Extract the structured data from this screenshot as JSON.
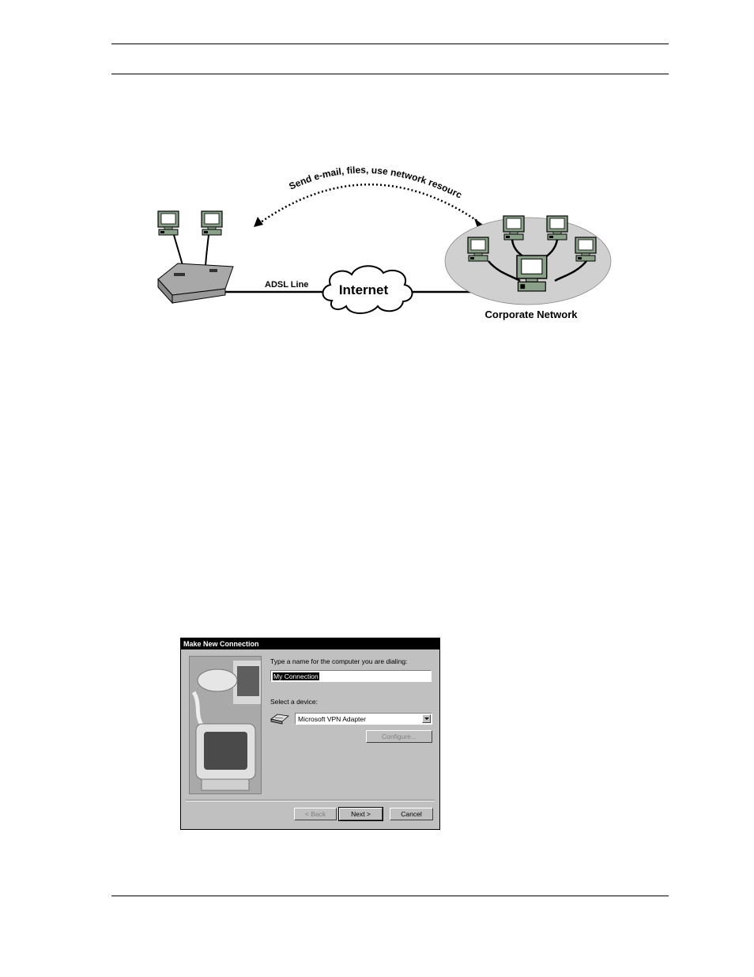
{
  "diagram": {
    "message": "Send e-mail, files, use network resources",
    "line_label": "ADSL Line",
    "cloud_label": "Internet",
    "network_label": "Corporate Network"
  },
  "dialog": {
    "title": "Make New Connection",
    "name_prompt": "Type a name for the computer you are dialing:",
    "name_value": "My Connection",
    "device_prompt": "Select a device:",
    "device_value": "Microsoft VPN Adapter",
    "configure_label": "Configure...",
    "back_label": "< Back",
    "next_label": "Next >",
    "cancel_label": "Cancel"
  }
}
